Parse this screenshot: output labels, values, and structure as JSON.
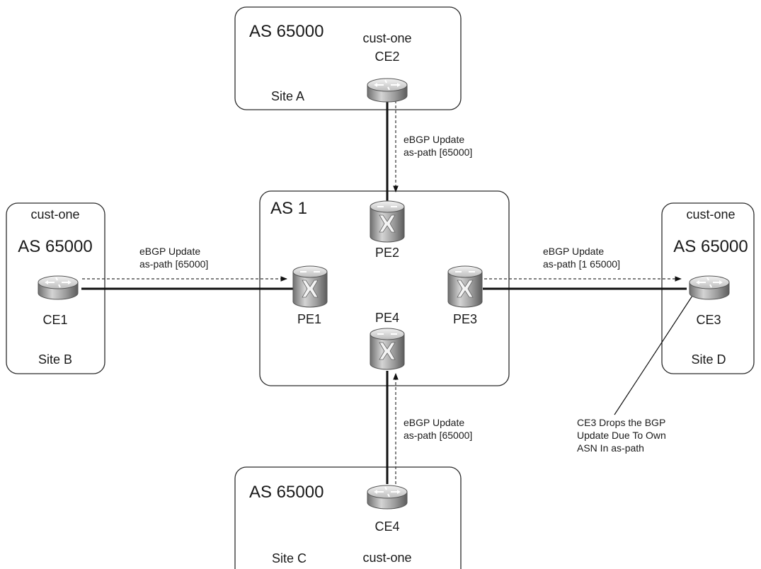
{
  "colors": {
    "router_top": "#d9d9d9",
    "router_side": "#8e8e8e",
    "line": "#111111"
  },
  "sites": {
    "a": {
      "as": "AS 65000",
      "vpn": "cust-one",
      "router": "CE2",
      "site": "Site A"
    },
    "b": {
      "as": "AS 65000",
      "vpn": "cust-one",
      "router": "CE1",
      "site": "Site B"
    },
    "c": {
      "as": "AS 65000",
      "vpn": "cust-one",
      "router": "CE4",
      "site": "Site C"
    },
    "d": {
      "as": "AS 65000",
      "vpn": "cust-one",
      "router": "CE3",
      "site": "Site D"
    }
  },
  "provider": {
    "as": "AS 1",
    "pe1": "PE1",
    "pe2": "PE2",
    "pe3": "PE3",
    "pe4": "PE4"
  },
  "updates": {
    "top": {
      "line1": "eBGP Update",
      "line2": "as-path [65000]"
    },
    "left": {
      "line1": "eBGP Update",
      "line2": "as-path [65000]"
    },
    "right": {
      "line1": "eBGP Update",
      "line2": "as-path [1 65000]"
    },
    "bottom": {
      "line1": "eBGP Update",
      "line2": "as-path [65000]"
    }
  },
  "note": {
    "line1": "CE3 Drops the BGP",
    "line2": "Update Due To Own",
    "line3": "ASN In as-path"
  },
  "icons": {
    "ce_router": "router-icon",
    "pe_router": "mpls-switch-router-icon"
  }
}
